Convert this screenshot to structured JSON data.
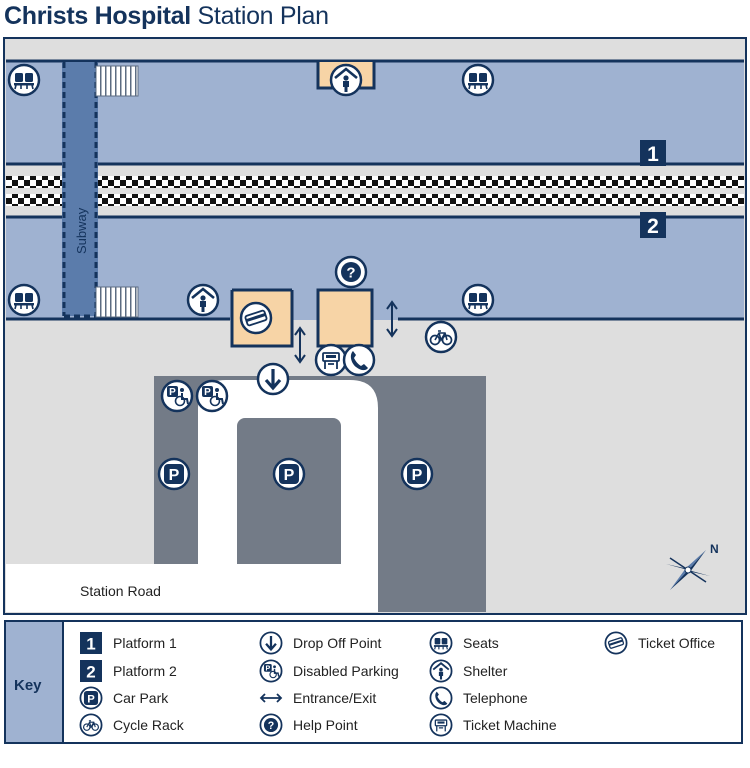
{
  "title": {
    "bold": "Christs Hospital",
    "rest": " Station Plan"
  },
  "platforms": [
    {
      "number": "1"
    },
    {
      "number": "2"
    }
  ],
  "labels": {
    "subway": "Subway",
    "road": "Station Road",
    "north": "N"
  },
  "key": {
    "title": "Key",
    "items": [
      {
        "icon": "platform-1-icon",
        "label": "Platform 1"
      },
      {
        "icon": "platform-2-icon",
        "label": "Platform 2"
      },
      {
        "icon": "car-park-icon",
        "label": "Car Park"
      },
      {
        "icon": "cycle-rack-icon",
        "label": "Cycle Rack"
      },
      {
        "icon": "drop-off-point-icon",
        "label": "Drop Off Point"
      },
      {
        "icon": "disabled-parking-icon",
        "label": "Disabled Parking"
      },
      {
        "icon": "entrance-exit-icon",
        "label": "Entrance/Exit"
      },
      {
        "icon": "help-point-icon",
        "label": "Help Point"
      },
      {
        "icon": "seats-icon",
        "label": "Seats"
      },
      {
        "icon": "shelter-icon",
        "label": "Shelter"
      },
      {
        "icon": "telephone-icon",
        "label": "Telephone"
      },
      {
        "icon": "ticket-machine-icon",
        "label": "Ticket Machine"
      },
      {
        "icon": "ticket-office-icon",
        "label": "Ticket Office"
      }
    ]
  },
  "colors": {
    "navy": "#14335c",
    "platform": "#9fb2d1",
    "ground": "#dedede",
    "carpark": "#737b87",
    "building": "#f7d4a6",
    "subway": "#5b7cab"
  }
}
